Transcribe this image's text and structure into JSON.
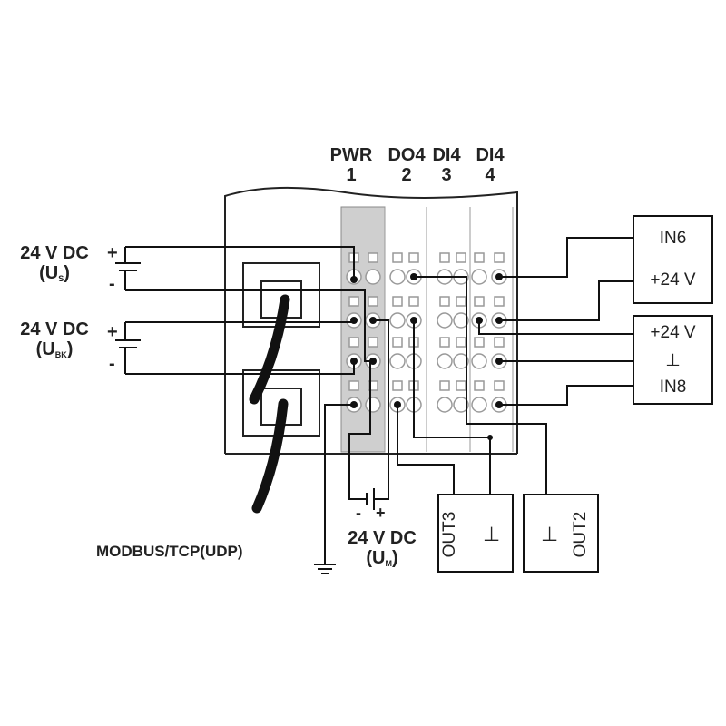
{
  "modules": {
    "headers": [
      {
        "name": "PWR",
        "number": "1"
      },
      {
        "name": "DO4",
        "number": "2"
      },
      {
        "name": "DI4",
        "number": "3"
      },
      {
        "name": "DI4",
        "number": "4"
      }
    ]
  },
  "supplies": {
    "us": {
      "voltage": "24 V DC",
      "symbol": "(U",
      "subscript": "S",
      "close": ")"
    },
    "ubk": {
      "voltage": "24 V DC",
      "symbol": "(U",
      "subscript": "BK",
      "close": ")"
    },
    "um": {
      "voltage": "24 V DC",
      "symbol": "(U",
      "subscript": "M",
      "close": ")"
    },
    "plus": "+",
    "minus": "-"
  },
  "network_label": "MODBUS/TCP(UDP)",
  "devices": {
    "in6_box": {
      "line1": "IN6",
      "line2": "+24 V"
    },
    "in8_box": {
      "line1": "+24 V",
      "line2": "⊥",
      "line3": "IN8"
    },
    "out3_box": {
      "label": "OUT3",
      "ground": "⊥"
    },
    "out2_box": {
      "label": "OUT2",
      "ground": "⊥"
    }
  },
  "colors": {
    "line": "#111111",
    "pwr_module": "#cfcfcf"
  }
}
